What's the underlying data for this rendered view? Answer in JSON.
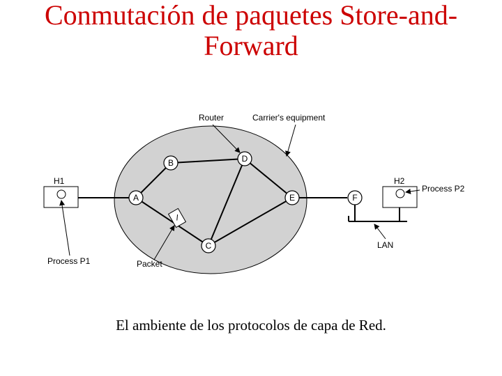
{
  "title": {
    "line1": "Conmutación de paquetes Store-and-",
    "line2": "Forward"
  },
  "diagram": {
    "labels": {
      "router": "Router",
      "carrier_equipment": "Carrier's equipment",
      "h1": "H1",
      "h2": "H2",
      "process_p1": "Process P1",
      "process_p2": "Process P2",
      "packet": "Packet",
      "lan": "LAN"
    },
    "nodes": {
      "a": "A",
      "b": "B",
      "c": "C",
      "d": "D",
      "e": "E",
      "f": "F"
    },
    "colors": {
      "cloud": "#d2d2d2",
      "line": "#000000",
      "node_fill": "#ffffff"
    }
  },
  "caption": "El ambiente de los protocolos de capa de Red."
}
